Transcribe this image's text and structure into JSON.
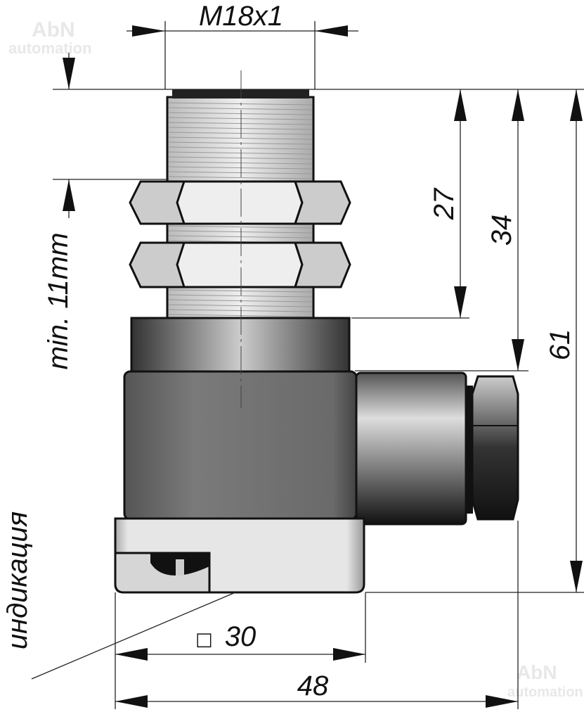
{
  "title": "Sensor dimension drawing",
  "watermark": {
    "line1": "AbN",
    "line2": "automation"
  },
  "dimensions": {
    "thread": "M18x1",
    "min_length": "min. 11mm",
    "d27": "27",
    "d34": "34",
    "d61": "61",
    "square": "30",
    "square_symbol": "□",
    "width": "48"
  },
  "labels": {
    "indication": "индикация"
  },
  "colors": {
    "body": "#707070",
    "base": "#e4e4e4",
    "nut": "#d4d4d4",
    "outline": "#111111"
  }
}
